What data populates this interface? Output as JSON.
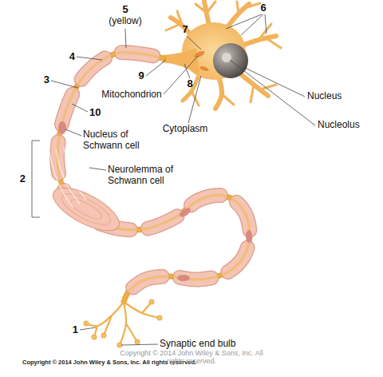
{
  "diagram": {
    "labels": [
      "5",
      "(yellow)",
      "6",
      "4",
      "7",
      "9",
      "8",
      "3",
      "Mitochondrion",
      "Nucleus",
      "10",
      "Nucleolus",
      "Cytoplasm",
      "Nucleus of Schwann cell",
      "Neurolemma of Schwann cell",
      "2",
      "1",
      "Synaptic end bulb",
      "Copyright © 2014 John Wiley & Sons, Inc. All rights reserved.",
      "Copyright © 2014 John Wiley & Sons, Inc. All rights reserved."
    ]
  }
}
